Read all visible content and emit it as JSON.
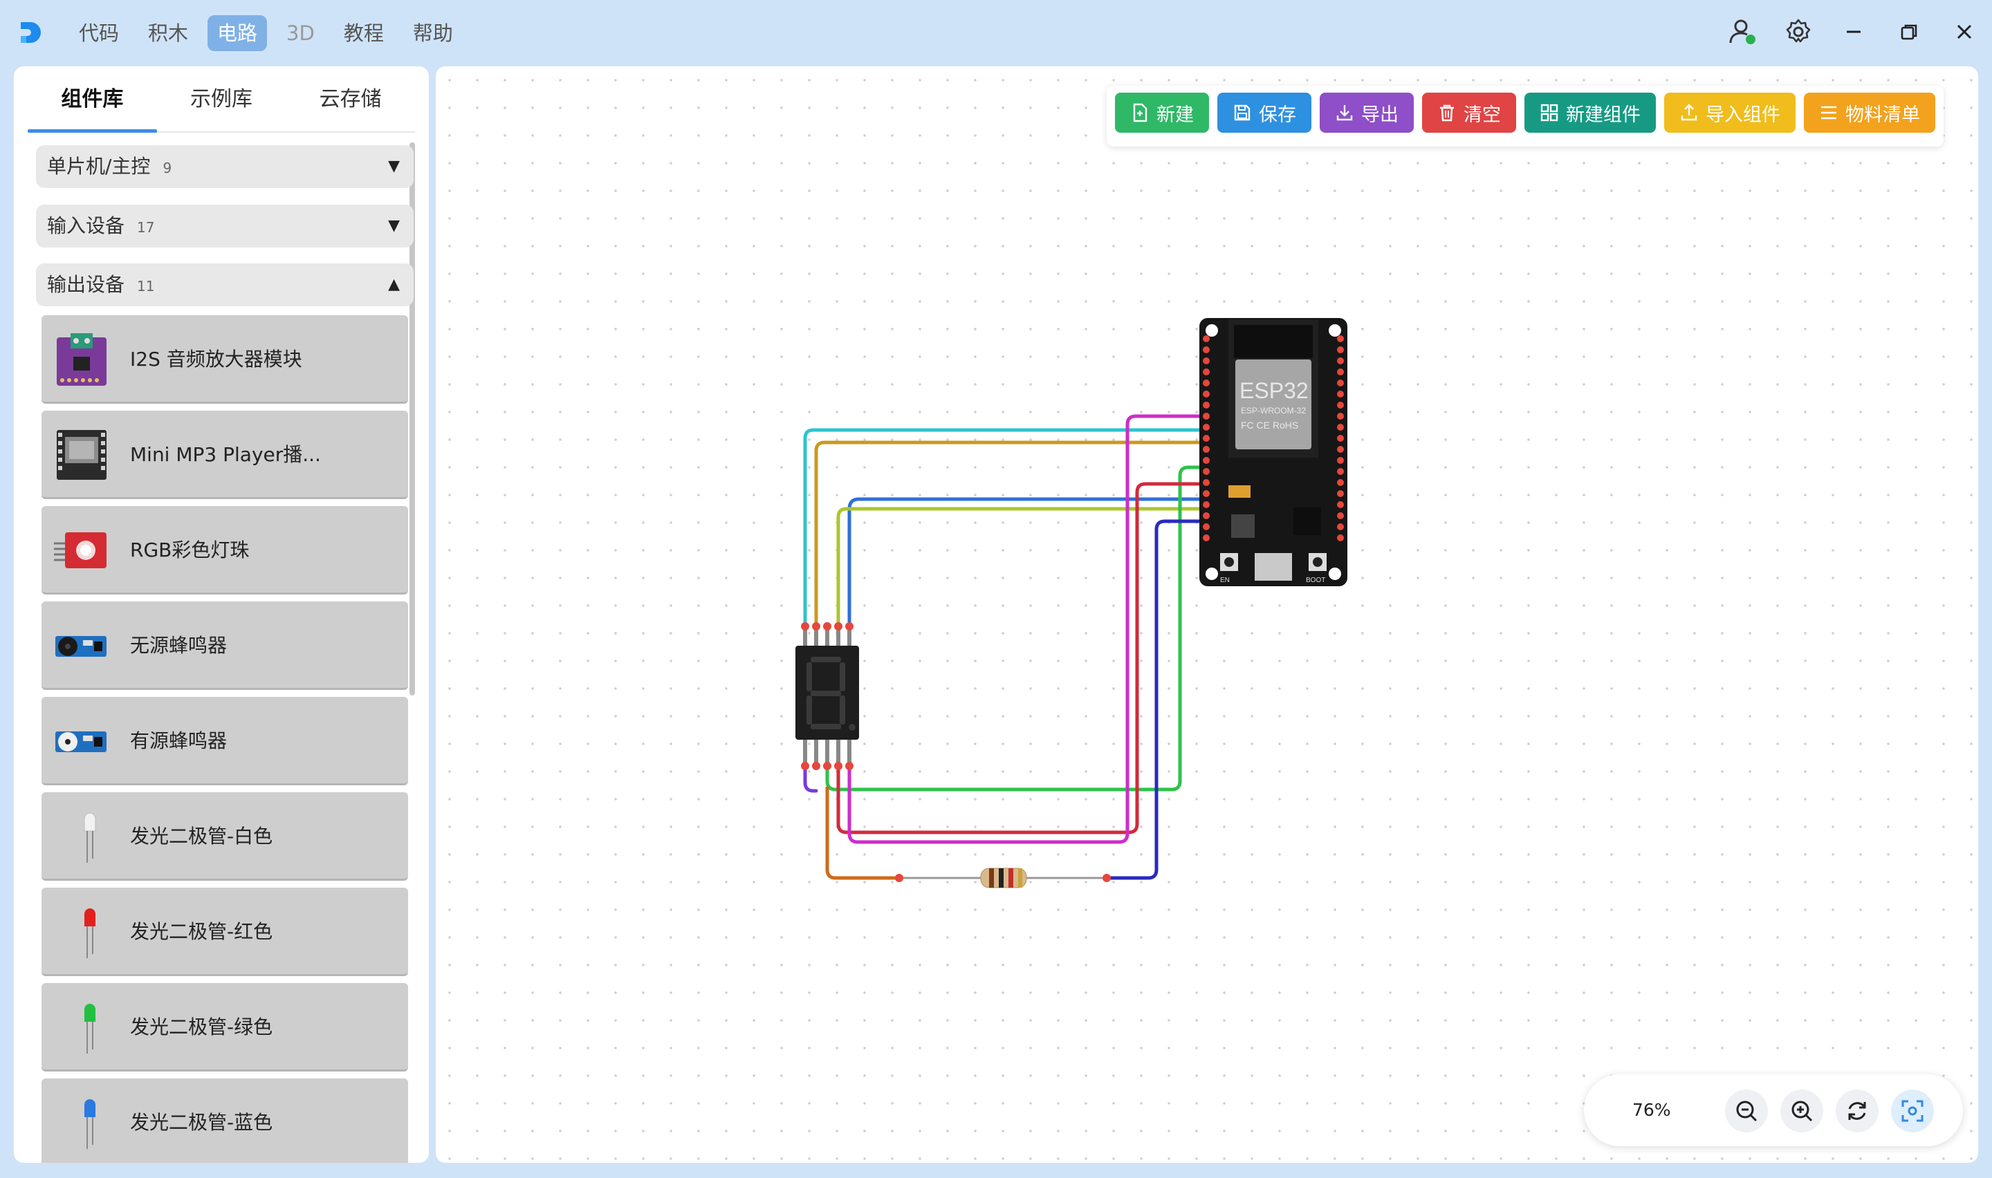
{
  "menu": {
    "code": "代码",
    "blocks": "积木",
    "circuit": "电路",
    "three_d": "3D",
    "tutorial": "教程",
    "help": "帮助"
  },
  "sidebar": {
    "tabs": [
      "组件库",
      "示例库",
      "云存储"
    ],
    "categories": [
      {
        "name": "单片机/主控",
        "count": "9",
        "arrow": "▼"
      },
      {
        "name": "输入设备",
        "count": "17",
        "arrow": "▼"
      },
      {
        "name": "输出设备",
        "count": "11",
        "arrow": "▲"
      }
    ],
    "components": [
      {
        "label": "I2S 音频放大器模块",
        "icon": "amplifier-module-icon"
      },
      {
        "label": "Mini MP3 Player播...",
        "icon": "mp3-player-icon"
      },
      {
        "label": "RGB彩色灯珠",
        "icon": "rgb-led-module-icon"
      },
      {
        "label": "无源蜂鸣器",
        "icon": "passive-buzzer-icon"
      },
      {
        "label": "有源蜂鸣器",
        "icon": "active-buzzer-icon"
      },
      {
        "label": "发光二极管-白色",
        "icon": "white-led-icon"
      },
      {
        "label": "发光二极管-红色",
        "icon": "red-led-icon"
      },
      {
        "label": "发光二极管-绿色",
        "icon": "green-led-icon"
      },
      {
        "label": "发光二极管-蓝色",
        "icon": "blue-led-icon"
      }
    ]
  },
  "toolbar": {
    "new": "新建",
    "save": "保存",
    "export": "导出",
    "clear": "清空",
    "new_component": "新建组件",
    "import_component": "导入组件",
    "bom": "物料清单"
  },
  "colors": {
    "new": "#2fb866",
    "save": "#2e90e0",
    "export": "#8e4fc8",
    "clear": "#e04444",
    "new_component": "#179a83",
    "import_component": "#f0bd1c",
    "bom": "#f3a21d"
  },
  "board": {
    "chip_label": "ESP32",
    "module_label": "ESP-WROOM-32",
    "cert": "FC CE RoHS",
    "boot": "BOOT",
    "en": "EN"
  },
  "zoom": {
    "value": "76%"
  }
}
